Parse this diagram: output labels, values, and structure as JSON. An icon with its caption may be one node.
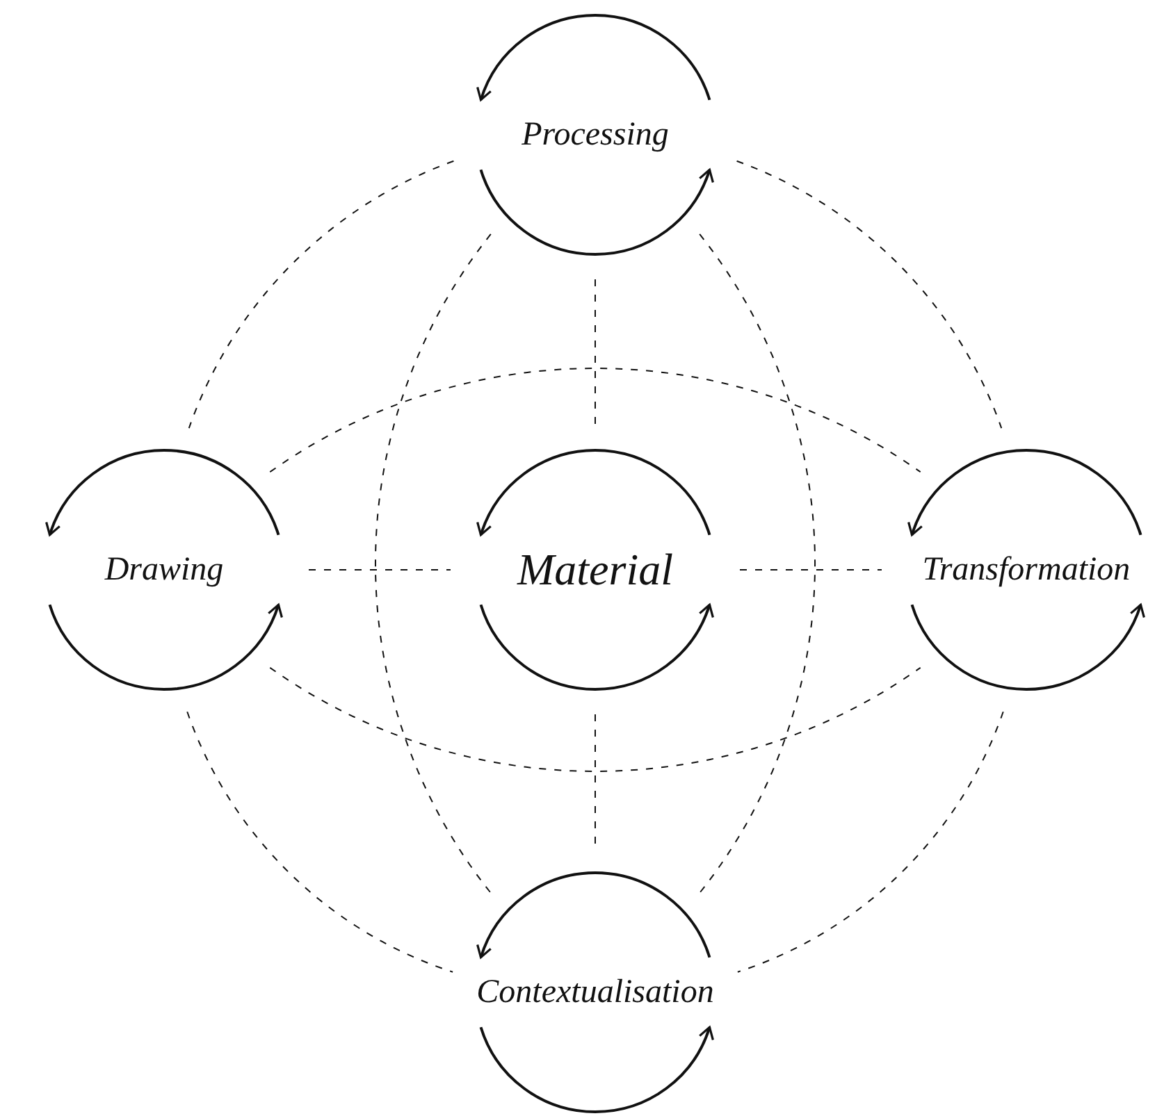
{
  "diagram": {
    "nodes": [
      {
        "text": [
          "Processing"
        ]
      },
      {
        "text": [
          "Drawing"
        ]
      },
      {
        "text": [
          "Material"
        ]
      },
      {
        "text": [
          "Transformation"
        ]
      },
      {
        "text": [
          "Contextualisation"
        ]
      }
    ],
    "edges": [
      {
        "from": 0,
        "to": 2,
        "arrow": "none",
        "style": "dashed"
      },
      {
        "from": 2,
        "to": 4,
        "arrow": "none",
        "style": "dashed"
      },
      {
        "from": 1,
        "to": 2,
        "arrow": "none",
        "style": "dashed"
      },
      {
        "from": 2,
        "to": 3,
        "arrow": "none",
        "style": "dashed"
      },
      {
        "from": 0,
        "to": 1,
        "arrow": "none",
        "style": "dashed"
      },
      {
        "from": 0,
        "to": 3,
        "arrow": "none",
        "style": "dashed"
      },
      {
        "from": 1,
        "to": 4,
        "arrow": "none",
        "style": "dashed"
      },
      {
        "from": 3,
        "to": 4,
        "arrow": "none",
        "style": "dashed"
      },
      {
        "from": 1,
        "to": 3,
        "arrow": "none",
        "style": "dashed"
      },
      {
        "from": 1,
        "to": 3,
        "arrow": "none",
        "style": "dashed"
      },
      {
        "from": 0,
        "to": 4,
        "arrow": "none",
        "style": "dashed"
      },
      {
        "from": 0,
        "to": 4,
        "arrow": "none",
        "style": "dashed"
      }
    ]
  }
}
